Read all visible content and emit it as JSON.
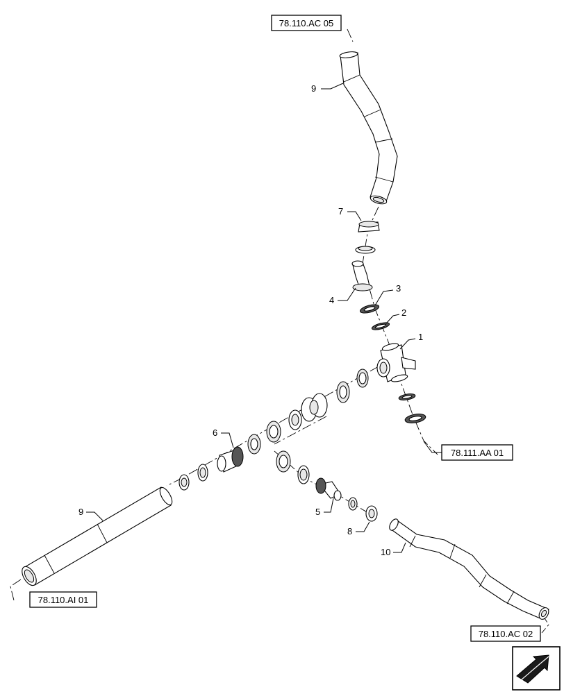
{
  "references": {
    "ref_top": "78.110.AC 05",
    "ref_right": "78.111.AA 01",
    "ref_left": "78.110.AI 01",
    "ref_bottom": "78.110.AC 02"
  },
  "callouts": {
    "c1": "1",
    "c2": "2",
    "c3": "3",
    "c4": "4",
    "c5": "5",
    "c6": "6",
    "c7": "7",
    "c8": "8",
    "c9_top": "9",
    "c9_left": "9",
    "c10": "10"
  },
  "icons": {
    "nav_icon": "next-page-arrow-icon"
  }
}
